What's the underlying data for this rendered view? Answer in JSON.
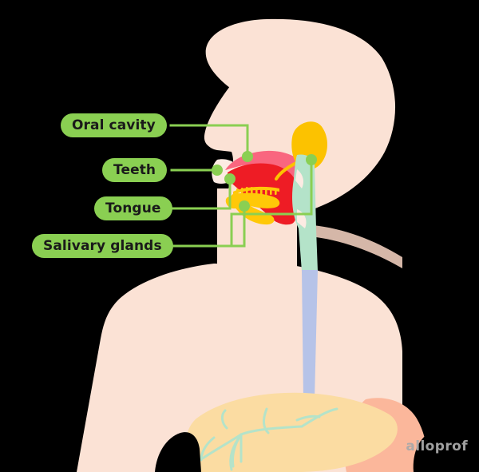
{
  "figure": {
    "title": "Mouth and salivary glands anatomy diagram",
    "watermark": "alloprof",
    "background_color": "#000000"
  },
  "labels": [
    {
      "id": "oral-cavity",
      "text": "Oral cavity",
      "pill_color": "#8ACF52",
      "text_color": "#1A1A1A",
      "target": "oral cavity (pink lining above tongue)"
    },
    {
      "id": "teeth",
      "text": "Teeth",
      "pill_color": "#8ACF52",
      "text_color": "#1A1A1A",
      "target": "teeth (yellow) at front of mouth"
    },
    {
      "id": "tongue",
      "text": "Tongue",
      "pill_color": "#8ACF52",
      "text_color": "#1A1A1A",
      "target": "tongue (red mass in mouth)"
    },
    {
      "id": "salivary-glands",
      "text": "Salivary glands",
      "pill_color": "#8ACF52",
      "text_color": "#1A1A1A",
      "target": "parotid and sublingual glands (yellow)"
    }
  ],
  "anatomy": {
    "parts": [
      {
        "name": "head-and-torso-silhouette",
        "color": "#FBE2D5"
      },
      {
        "name": "oral-cavity-lining",
        "color": "#F9667F"
      },
      {
        "name": "tongue",
        "color": "#EE1C25"
      },
      {
        "name": "teeth",
        "color": "#FFC808"
      },
      {
        "name": "parotid-gland",
        "color": "#FCC200"
      },
      {
        "name": "sublingual-gland",
        "color": "#FFC808"
      },
      {
        "name": "salivary-duct",
        "color": "#FCC200"
      },
      {
        "name": "pharynx",
        "color": "#B4E3C9"
      },
      {
        "name": "esophagus",
        "color": "#B6C3E8"
      },
      {
        "name": "liver",
        "color": "#FBDCA2"
      },
      {
        "name": "bile-ducts",
        "color": "#B4E3C9"
      },
      {
        "name": "stomach",
        "color": "#FBB79B"
      },
      {
        "name": "lips",
        "color": "#FDEBE3"
      }
    ],
    "leader_line": {
      "stroke": "#8ACF52",
      "dot_fill": "#8ACF52",
      "stroke_width": 3
    }
  }
}
